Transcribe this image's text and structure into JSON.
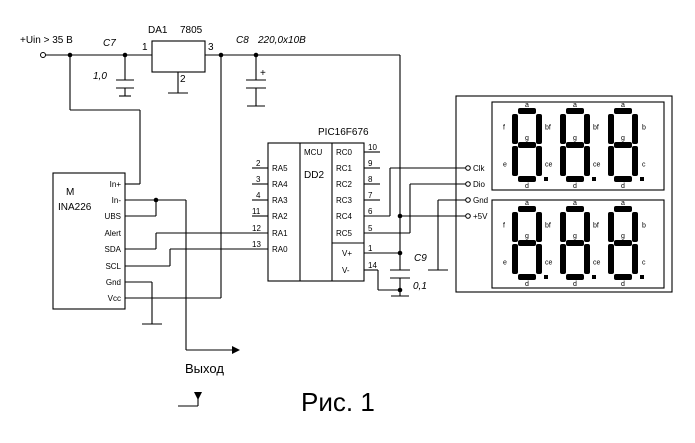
{
  "input": {
    "label": "+Uin > 35 В"
  },
  "c7": {
    "name": "C7",
    "value": "1,0"
  },
  "da1": {
    "name": "DA1",
    "type": "7805",
    "pin_in": "1",
    "pin_gnd": "2",
    "pin_out": "3"
  },
  "c8": {
    "name": "C8",
    "value": "220,0x10В",
    "polarity": "+"
  },
  "c9": {
    "name": "C9",
    "value": "0,1"
  },
  "ina": {
    "title_m": "M",
    "title_part": "INA226",
    "pins": [
      "In+",
      "In-",
      "UBS",
      "Alert",
      "SDA",
      "SCL",
      "Gnd",
      "Vcc"
    ]
  },
  "mcu": {
    "part": "PIC16F676",
    "mcu_label": "MCU",
    "ref": "DD2",
    "left_pins": [
      {
        "num": "2",
        "name": "RA5"
      },
      {
        "num": "3",
        "name": "RA4"
      },
      {
        "num": "4",
        "name": "RA3"
      },
      {
        "num": "11",
        "name": "RA2"
      },
      {
        "num": "12",
        "name": "RA1"
      },
      {
        "num": "13",
        "name": "RA0"
      }
    ],
    "right_pins": [
      {
        "num": "10",
        "name": "RC0"
      },
      {
        "num": "9",
        "name": "RC1"
      },
      {
        "num": "8",
        "name": "RC2"
      },
      {
        "num": "7",
        "name": "RC3"
      },
      {
        "num": "6",
        "name": "RC4"
      },
      {
        "num": "5",
        "name": "RC5"
      },
      {
        "num": "1",
        "name": "V+"
      },
      {
        "num": "14",
        "name": "V-"
      }
    ]
  },
  "display": {
    "connectors": [
      "Clk",
      "Dio",
      "Gnd",
      "+5V"
    ],
    "segment_labels": {
      "a": "a",
      "b": "b",
      "bf": "bf",
      "c": "c",
      "ce": "ce",
      "d": "d",
      "e": "e",
      "f": "f",
      "g": "g"
    }
  },
  "output_label": "Выход",
  "figure_caption": "Рис. 1"
}
